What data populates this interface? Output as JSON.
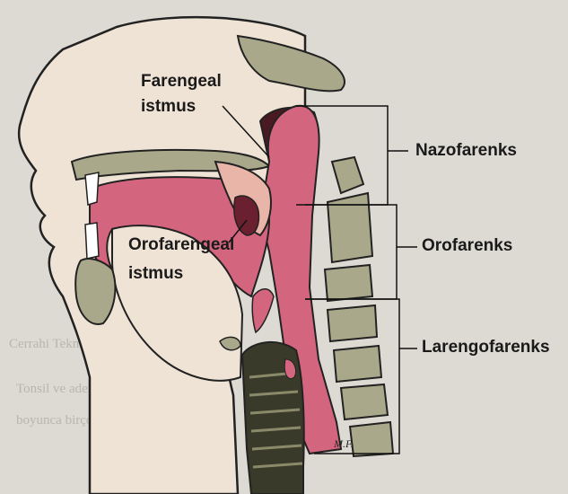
{
  "labels": {
    "pharyngeal_isthmus_line1": "Farengeal",
    "pharyngeal_isthmus_line2": "istmus",
    "nasopharynx": "Nazofarenks",
    "oropharyngeal_isthmus_line1": "Orofarengeal",
    "oropharyngeal_isthmus_line2": "istmus",
    "oropharynx": "Orofarenks",
    "laryngopharynx": "Larengofarenks"
  },
  "artist_signature": "M.F.",
  "background_page_text": {
    "heading_fragment": "Cerrahi Teknik : Adenoidektomi",
    "line_fragment": "Tonsil ve adenoidlerin",
    "line_fragment_2": "boyunca birçok teknik"
  },
  "colors": {
    "pharynx_pink": "#d4657e",
    "dark_maroon": "#4a1a22",
    "bone_olive": "#a9a88a",
    "skin_cream": "#efe3d6",
    "label_text": "#1a1a1a"
  }
}
